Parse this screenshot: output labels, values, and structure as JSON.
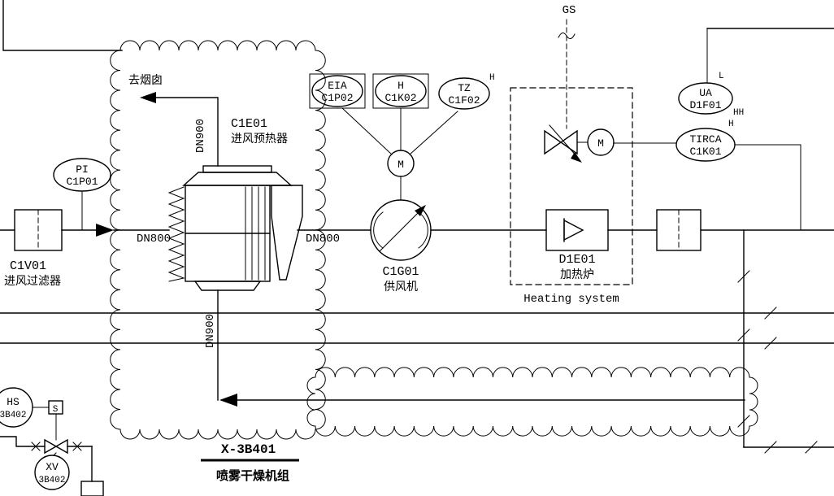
{
  "labels": {
    "gs": "GS",
    "to_chimney": "去烟囱",
    "dn900": "DN900",
    "dn800": "DN800",
    "heating_system": "Heating system",
    "motor": "M"
  },
  "equipment": {
    "inlet_filter": {
      "tag": "C1V01",
      "name": "进风过滤器"
    },
    "preheater": {
      "tag": "C1E01",
      "name": "进风预热器"
    },
    "fan": {
      "tag": "C1G01",
      "name": "供风机"
    },
    "heater": {
      "tag": "D1E01",
      "name": "加热炉"
    }
  },
  "instruments": {
    "pi": {
      "line1": "PI",
      "line2": "C1P01"
    },
    "eia": {
      "line1": "EIA",
      "line2": "C1P02"
    },
    "hk": {
      "line1": "H",
      "line2": "C1K02"
    },
    "tz": {
      "line1": "TZ",
      "line2": "C1F02",
      "flag": "H"
    },
    "ua": {
      "line1": "UA",
      "line2": "D1F01",
      "flag": "L"
    },
    "tirca": {
      "line1": "TIRCA",
      "line2": "C1K01",
      "flag_hh": "HH",
      "flag_h": "H"
    },
    "hs": {
      "line1": "HS",
      "line2": "3B402"
    },
    "solenoid": "S",
    "xv": {
      "line1": "XV",
      "line2": "3B402"
    }
  },
  "title_block": {
    "unit_code": "X-3B401",
    "unit_name": "喷雾干燥机组"
  }
}
